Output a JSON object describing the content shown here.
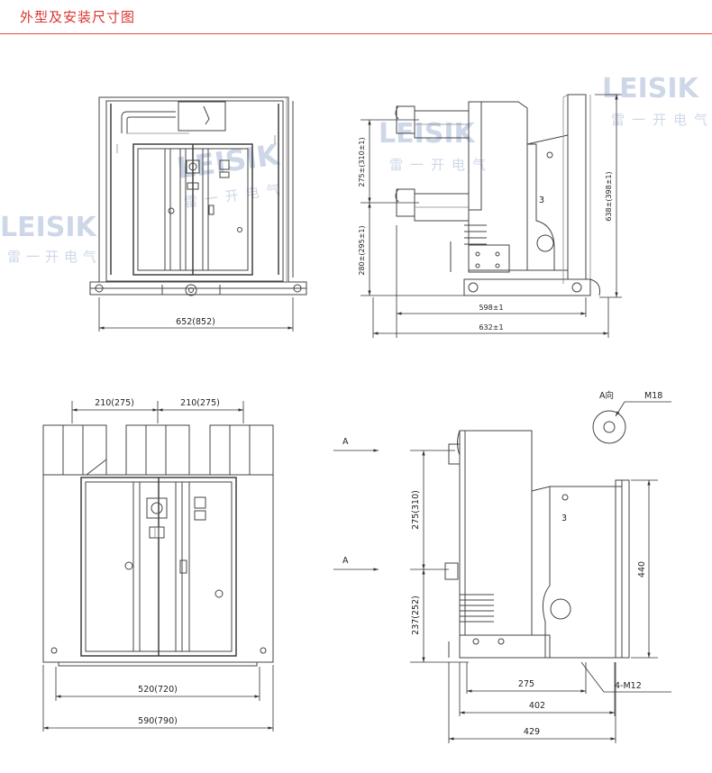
{
  "header": {
    "title": "外型及安装尺寸图",
    "accent_color": "#d9362f"
  },
  "watermark": {
    "logo": "LEISIK",
    "chinese": "雷一开电气",
    "color": "#a6b8d6"
  },
  "front_view_top": {
    "width_label": "652(852)"
  },
  "side_view_top": {
    "upper_label": "275±(310±1)",
    "lower_label": "280±(295±1)",
    "height_label": "638±(398±1)",
    "depth_inner_label": "598±1",
    "depth_outer_label": "632±1",
    "part_number": "3"
  },
  "front_view_bottom": {
    "pitch_left_label": "210(275)",
    "pitch_right_label": "210(275)",
    "mount_width_label": "520(720)",
    "overall_width_label": "590(790)"
  },
  "side_view_bottom": {
    "arrow_upper_label": "A",
    "arrow_lower_label": "A",
    "upper_label": "275(310)",
    "lower_label": "237(252)",
    "height_label": "440",
    "part_number": "3",
    "hole_spacing_label": "275",
    "depth_inner_label": "402",
    "depth_outer_label": "429",
    "mount_holes_label": "4-M12"
  },
  "view_a": {
    "label": "A向",
    "thread_label": "M18"
  }
}
